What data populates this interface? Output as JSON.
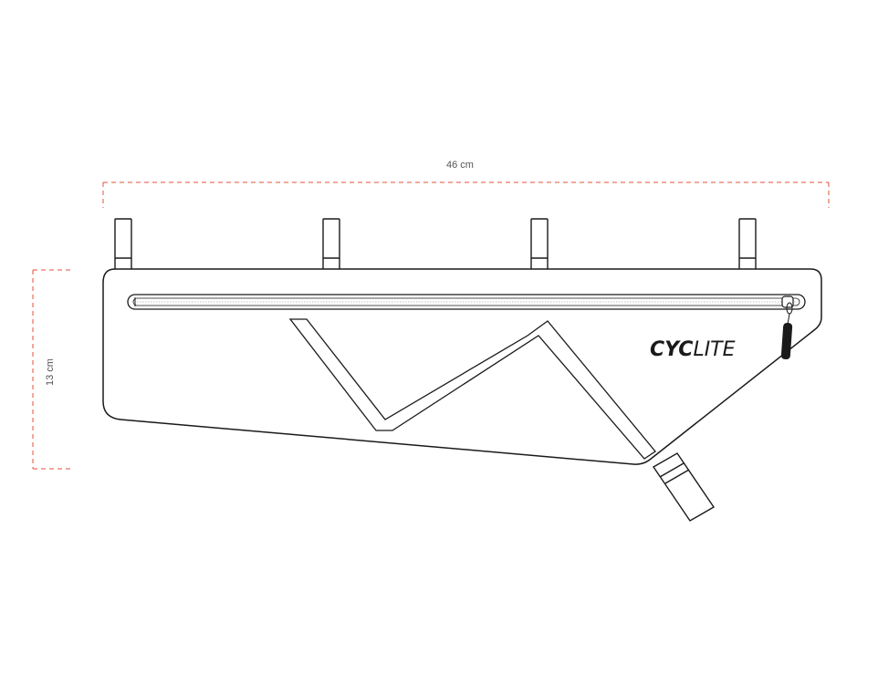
{
  "dimensions": {
    "width_label": "46 cm",
    "height_label": "13 cm",
    "dimension_color": "#e0523a"
  },
  "brand": {
    "bold_part": "CYC",
    "light_part": "LITE"
  },
  "colors": {
    "outline": "#1a1a1a",
    "background": "#ffffff"
  }
}
